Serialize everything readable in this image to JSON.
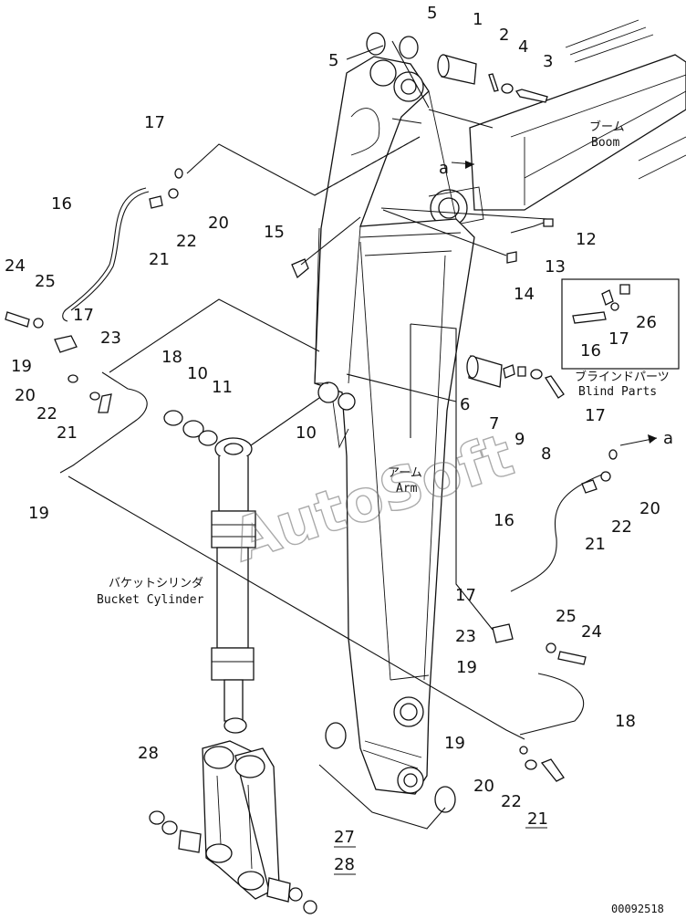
{
  "labels": {
    "boom_jp": "ブーム",
    "boom_en": "Boom",
    "arm_jp": "アーム",
    "arm_en": "Arm",
    "bucket_cyl_jp": "バケットシリンダ",
    "bucket_cyl_en": "Bucket Cylinder",
    "blind_jp": "ブラインドパーツ",
    "blind_en": "Blind Parts",
    "ref_a1": "a",
    "ref_a2": "a",
    "watermark": "AutoSoft",
    "drawing_no": "00092518"
  },
  "callouts": {
    "c5a": "5",
    "c5b": "5",
    "c1": "1",
    "c2": "2",
    "c4": "4",
    "c3": "3",
    "c17a": "17",
    "c16a": "16",
    "c20a": "20",
    "c22a": "22",
    "c21a": "21",
    "c15": "15",
    "c12": "12",
    "c13": "13",
    "c14": "14",
    "c24a": "24",
    "c25a": "25",
    "c17b": "17",
    "c23a": "23",
    "c19a": "19",
    "c18a": "18",
    "c10a": "10",
    "c11": "11",
    "c20b": "20",
    "c22b": "22",
    "c21b": "21",
    "c6": "6",
    "c7": "7",
    "c9": "9",
    "c8": "8",
    "c10b": "10",
    "c19b": "19",
    "c16b": "16",
    "c17c": "17",
    "c26": "26",
    "c17d": "17",
    "c20c": "20",
    "c22c": "22",
    "c21c": "21",
    "c16c": "16",
    "c17e": "17",
    "c25b": "25",
    "c24b": "24",
    "c23b": "23",
    "c19c": "19",
    "c18b": "18",
    "c19d": "19",
    "c20d": "20",
    "c22d": "22",
    "c21d": "21",
    "c28a": "28",
    "c27": "27",
    "c28b": "28"
  }
}
